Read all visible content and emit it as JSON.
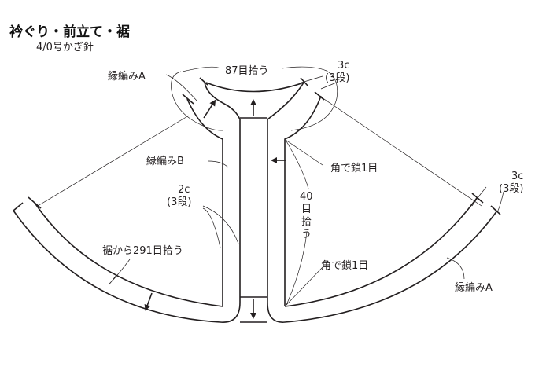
{
  "title": "衿ぐり・前立て・裾",
  "subtitle": "4/0号かぎ針",
  "labels": {
    "pickup_neck": "87目拾う",
    "edging_a_top": "縁編みA",
    "edging_a_bottom": "縁編みA",
    "edging_b": "縁編みB",
    "neck_rows_c": "3c",
    "neck_rows_paren": "(3段)",
    "hem_rows_c": "3c",
    "hem_rows_paren": "(3段)",
    "front_rows_c": "2c",
    "front_rows_paren": "(3段)",
    "corner_chain_top": "角で鎖1目",
    "corner_chain_bottom": "角で鎖1目",
    "pickup_front": [
      "40",
      "目",
      "拾",
      "う"
    ],
    "pickup_hem": "裾から291目拾う"
  },
  "colors": {
    "line": "#231f20"
  }
}
